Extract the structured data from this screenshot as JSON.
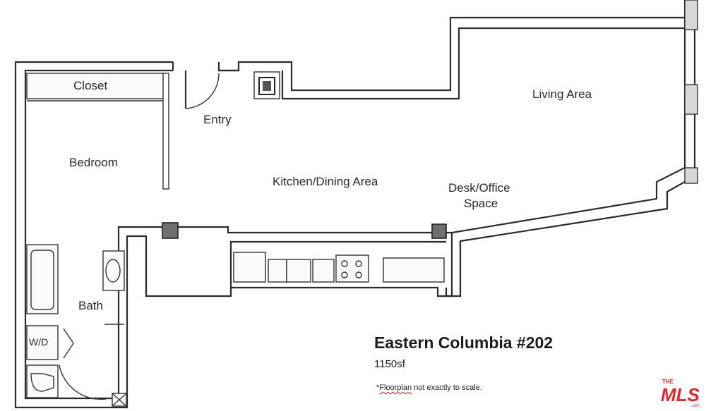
{
  "rooms": {
    "closet": "Closet",
    "entry": "Entry",
    "living": "Living Area",
    "bedroom": "Bedroom",
    "kitchen": "Kitchen/Dining Area",
    "desk_line1": "Desk/Office",
    "desk_line2": "Space",
    "bath": "Bath",
    "washer_dryer": "W/D"
  },
  "listing": {
    "title": "Eastern Columbia #202",
    "area": "1150sf",
    "note_prefix": "*",
    "note_underlined": "Floorplan",
    "note_rest": " not exactly to scale."
  },
  "logo": {
    "small_text": "THE",
    "main_text": "MLS",
    "suffix": ".com",
    "color": "#e0282e"
  }
}
